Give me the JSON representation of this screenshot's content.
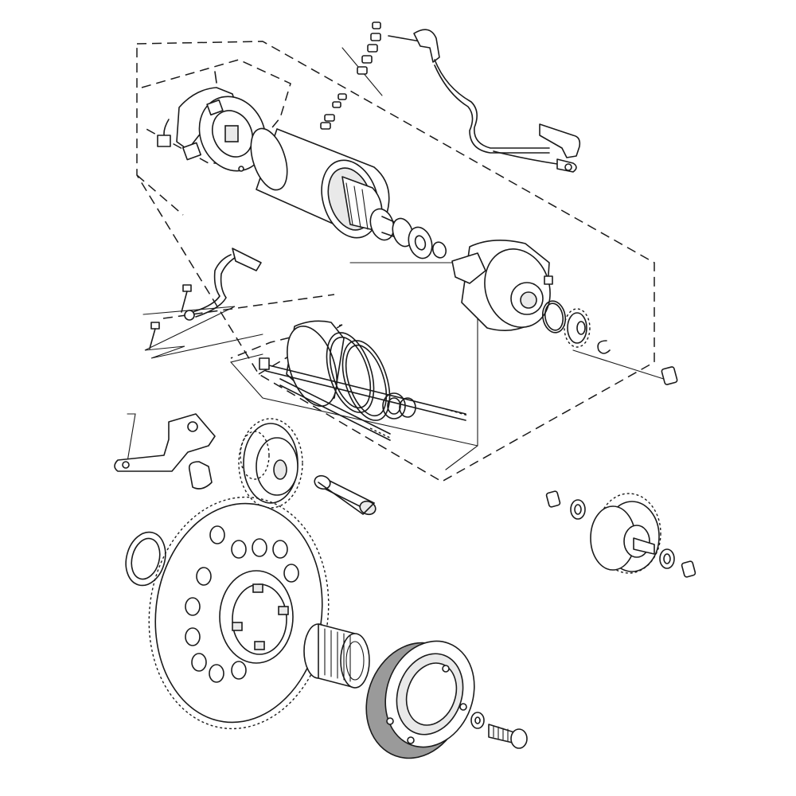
{
  "diagram": {
    "type": "exploded-parts-view",
    "subject": "starter-motor-and-starter-clutch-assembly",
    "colors": {
      "line": "#1a1a1a",
      "background": "#ffffff",
      "shade": "#9a9a9a",
      "light_shade": "#e9e9e9"
    },
    "parts": [
      "starter-motor-brush-holder",
      "starter-motor-housing",
      "starter-motor-armature",
      "starter-motor-front-cover",
      "starter-cable",
      "ground-wire",
      "starter-motor-rear-cover",
      "o-ring",
      "starter-pinion-gear",
      "through-bolts",
      "starter-idler-gear",
      "idler-gear-shaft",
      "starter-driven-gear",
      "one-way-clutch-bearing",
      "starter-clutch-housing",
      "reduction-gear-assembly",
      "clutch-bolt"
    ]
  }
}
